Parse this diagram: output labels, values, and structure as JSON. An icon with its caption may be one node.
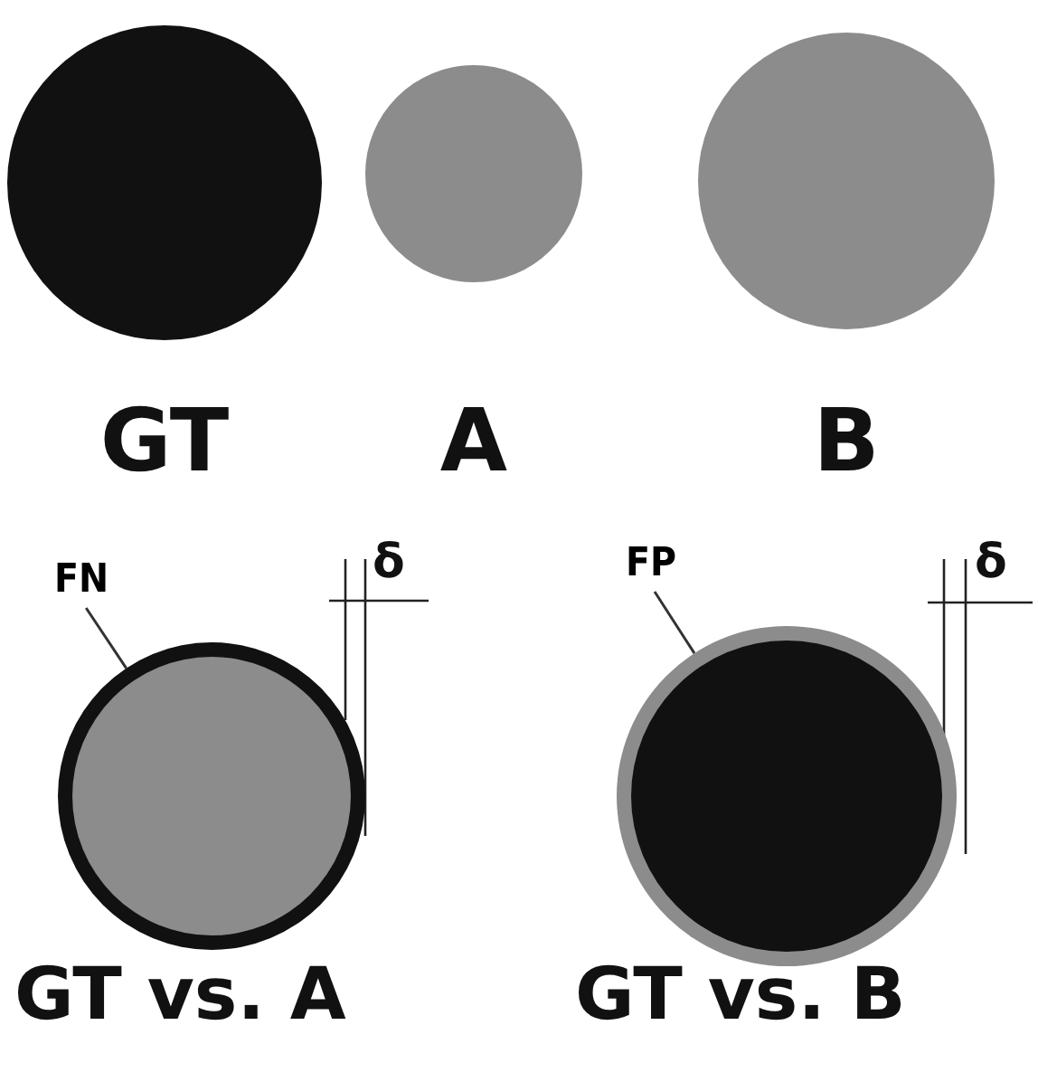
{
  "diagram": {
    "nodes": [
      {
        "text": [],
        "shape": "circle",
        "beside": [
          "GT"
        ]
      },
      {
        "text": [],
        "shape": "circle",
        "beside": [
          "A"
        ]
      },
      {
        "text": [],
        "shape": "circle",
        "beside": [
          "B"
        ]
      },
      {
        "text": [
          "FN"
        ]
      },
      {
        "text": [],
        "shape": "circle"
      },
      {
        "text": [
          "FP"
        ]
      },
      {
        "text": [],
        "shape": "circle"
      }
    ],
    "edges": [
      {
        "from": 3,
        "to": 4,
        "arrow": "none"
      },
      {
        "from": 5,
        "to": 6,
        "arrow": "none"
      }
    ],
    "labels": [
      "δ",
      "δ",
      "GT vs. A",
      "GT vs. B"
    ]
  }
}
